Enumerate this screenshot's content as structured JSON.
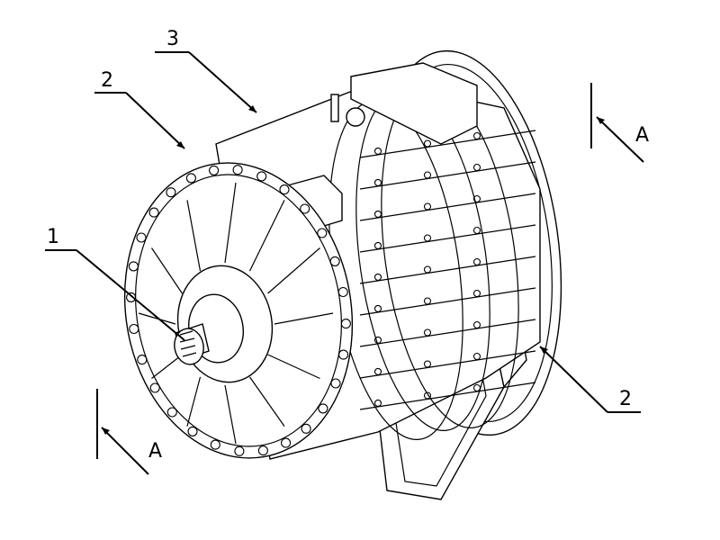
{
  "labels": {
    "shaft": "1",
    "end_cover_left": "2",
    "end_cover_right": "2",
    "housing": "3",
    "section_top": "A",
    "section_bottom": "A"
  },
  "colors": {
    "line": "#000000",
    "background": "#ffffff"
  }
}
